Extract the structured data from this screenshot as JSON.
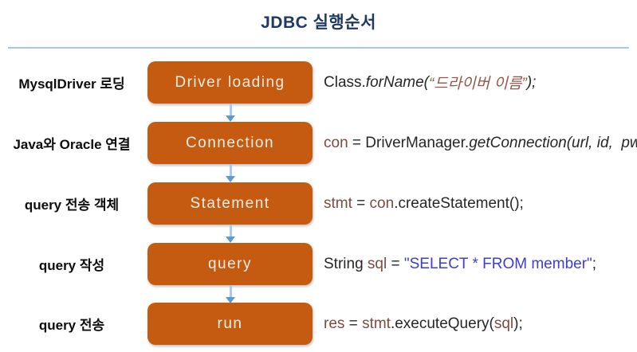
{
  "title": "JDBC 실행순서",
  "colors": {
    "accent_orange": "#C55A11",
    "title_navy": "#1F3864",
    "divider_blue": "#A7C6E8",
    "arrow_stem_blue": "#ABC9EA",
    "arrow_head_blue": "#5B9BD5",
    "code_variable": "#7D4A42",
    "code_string_korean": "#96564B",
    "code_string_sql": "#3C3CD6",
    "box_text": "#F4EFE8"
  },
  "rows": [
    {
      "label": "MysqlDriver 로딩",
      "box": "Driver loading",
      "code": [
        {
          "t": "Class."
        },
        {
          "t": "forName("
        },
        {
          "t": "“드라이버 이름”"
        },
        {
          "t": ");"
        }
      ]
    },
    {
      "label": "Java와 Oracle 연결",
      "box": "Connection",
      "code": [
        {
          "t": "con"
        },
        {
          "t": " = DriverManager."
        },
        {
          "t": "getConnection(url, id,  pw);"
        }
      ]
    },
    {
      "label": "query 전송 객체",
      "box": "Statement",
      "code": [
        {
          "t": "stmt"
        },
        {
          "t": " = "
        },
        {
          "t": "con"
        },
        {
          "t": ".createStatement();"
        }
      ]
    },
    {
      "label": "query 작성",
      "box": "query",
      "code": [
        {
          "t": "String "
        },
        {
          "t": "sql"
        },
        {
          "t": " = "
        },
        {
          "t": "\"SELECT * FROM member\""
        },
        {
          "t": ";"
        }
      ]
    },
    {
      "label": "query 전송",
      "box": "run",
      "code": [
        {
          "t": "res"
        },
        {
          "t": " = "
        },
        {
          "t": "stmt"
        },
        {
          "t": ".executeQuery("
        },
        {
          "t": "sql"
        },
        {
          "t": ");"
        }
      ]
    }
  ]
}
